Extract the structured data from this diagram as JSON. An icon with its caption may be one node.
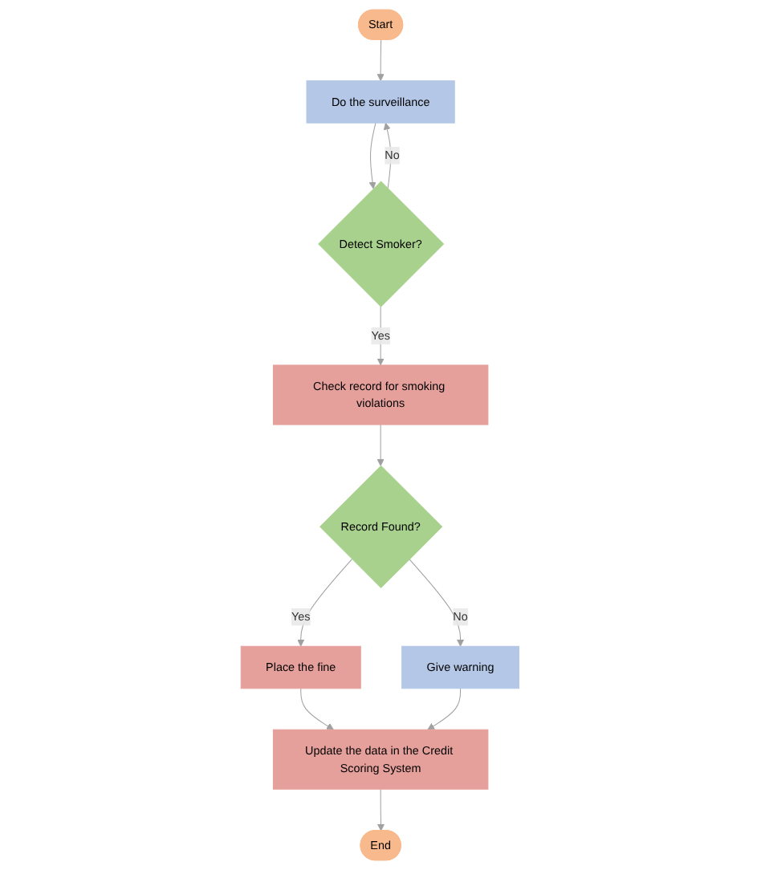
{
  "diagram": {
    "nodes": [
      {
        "text": [
          "Start"
        ]
      },
      {
        "text": [
          "Do the surveillance"
        ]
      },
      {
        "text": [
          "Detect Smoker?"
        ]
      },
      {
        "text": [
          "Check record for smoking violations"
        ]
      },
      {
        "text": [
          "Record Found?"
        ]
      },
      {
        "text": [
          "Place the fine"
        ]
      },
      {
        "text": [
          "Give warning"
        ]
      },
      {
        "text": [
          "Update the data in the Credit Scoring System"
        ]
      },
      {
        "text": [
          "End"
        ]
      }
    ],
    "edges": [
      {
        "from": 0,
        "to": 1,
        "arrow": "to"
      },
      {
        "from": 1,
        "to": 2,
        "arrow": "to"
      },
      {
        "from": 2,
        "to": 1,
        "arrow": "to",
        "label": "No"
      },
      {
        "from": 2,
        "to": 3,
        "arrow": "to",
        "label": "Yes"
      },
      {
        "from": 3,
        "to": 4,
        "arrow": "to"
      },
      {
        "from": 4,
        "to": 5,
        "arrow": "to",
        "label": "Yes"
      },
      {
        "from": 4,
        "to": 6,
        "arrow": "to",
        "label": "No"
      },
      {
        "from": 5,
        "to": 7,
        "arrow": "to"
      },
      {
        "from": 6,
        "to": 7,
        "arrow": "to"
      },
      {
        "from": 7,
        "to": 8,
        "arrow": "to"
      }
    ]
  }
}
